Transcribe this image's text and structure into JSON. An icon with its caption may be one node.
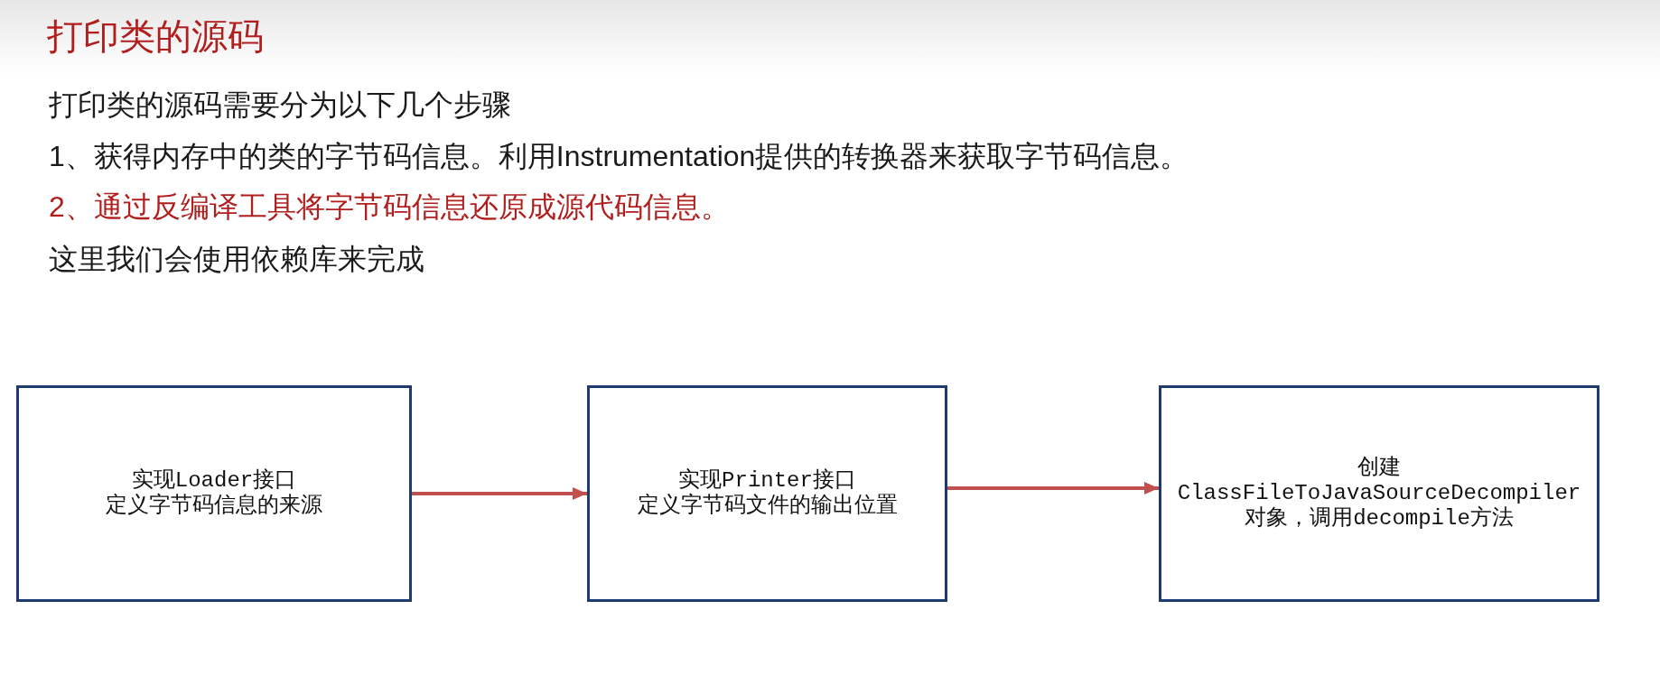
{
  "diagram": {
    "title": "打印类的源码",
    "nodes": [
      {
        "text": [
          "实现Loader接口",
          "定义字节码信息的来源"
        ]
      },
      {
        "text": [
          "实现Printer接口",
          "定义字节码文件的输出位置"
        ]
      },
      {
        "text": [
          "创建ClassFileToJavaSourceDecompiler对象，调用decompile方法"
        ]
      }
    ],
    "edges": [
      {
        "from": 0,
        "to": 1,
        "arrow": "to"
      },
      {
        "from": 1,
        "to": 2,
        "arrow": "to"
      }
    ],
    "labels": [
      "打印类的源码需要分为以下几个步骤",
      "1、获得内存中的类的字节码信息。利用Instrumentation提供的转换器来获取字节码信息。",
      "2、通过反编译工具将字节码信息还原成源代码信息。",
      "这里我们会使用依赖库来完成"
    ]
  }
}
